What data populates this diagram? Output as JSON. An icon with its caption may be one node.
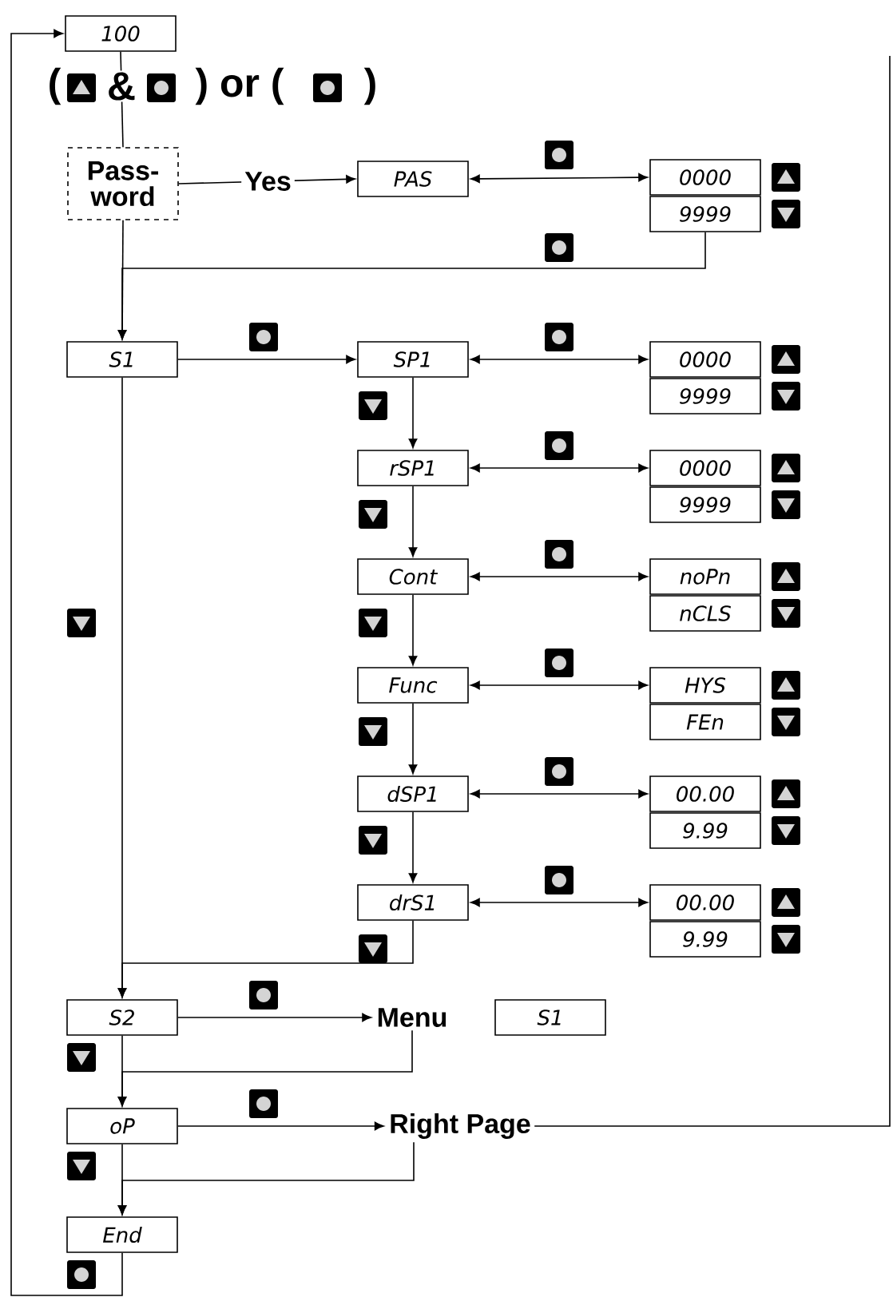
{
  "diagram": {
    "nodes": [
      {
        "text": [
          "100"
        ]
      },
      {
        "text": [
          "Pass- word"
        ]
      },
      {
        "text": [
          "PAS"
        ]
      },
      {
        "text": [
          "0000"
        ]
      },
      {
        "text": [
          "9999"
        ]
      },
      {
        "text": [
          "S1"
        ]
      },
      {
        "text": [
          "SP1"
        ]
      },
      {
        "text": [
          "0000"
        ]
      },
      {
        "text": [
          "9999"
        ]
      },
      {
        "text": [
          "rSP1"
        ]
      },
      {
        "text": [
          "0000"
        ]
      },
      {
        "text": [
          "9999"
        ]
      },
      {
        "text": [
          "Cont"
        ]
      },
      {
        "text": [
          "noPn"
        ]
      },
      {
        "text": [
          "nCLS"
        ]
      },
      {
        "text": [
          "Func"
        ]
      },
      {
        "text": [
          "HYS"
        ]
      },
      {
        "text": [
          "FEn"
        ]
      },
      {
        "text": [
          "dSP1"
        ]
      },
      {
        "text": [
          "00.00"
        ]
      },
      {
        "text": [
          "9.99"
        ]
      },
      {
        "text": [
          "drS1"
        ]
      },
      {
        "text": [
          "00.00"
        ]
      },
      {
        "text": [
          "9.99"
        ]
      },
      {
        "text": [
          "S2"
        ]
      },
      {
        "text": [
          "Menu"
        ]
      },
      {
        "text": [
          "S1"
        ]
      },
      {
        "text": [
          "oP"
        ]
      },
      {
        "text": [
          "Right Page"
        ]
      },
      {
        "text": [
          "End"
        ]
      }
    ],
    "edges": [
      {
        "from": 0,
        "to": 1,
        "arrow": "none"
      },
      {
        "from": 1,
        "to": 2,
        "arrow": "to",
        "label": "Yes"
      },
      {
        "from": 2,
        "to": 3,
        "arrow": "both"
      },
      {
        "from": 1,
        "to": 5,
        "arrow": "to"
      },
      {
        "from": 4,
        "to": 5,
        "arrow": "to"
      },
      {
        "from": 5,
        "to": 6,
        "arrow": "to"
      },
      {
        "from": 6,
        "to": 7,
        "arrow": "both"
      },
      {
        "from": 6,
        "to": 9,
        "arrow": "to"
      },
      {
        "from": 9,
        "to": 10,
        "arrow": "both"
      },
      {
        "from": 9,
        "to": 12,
        "arrow": "to"
      },
      {
        "from": 12,
        "to": 13,
        "arrow": "both"
      },
      {
        "from": 12,
        "to": 15,
        "arrow": "to"
      },
      {
        "from": 15,
        "to": 16,
        "arrow": "both"
      },
      {
        "from": 15,
        "to": 18,
        "arrow": "to"
      },
      {
        "from": 18,
        "to": 19,
        "arrow": "both"
      },
      {
        "from": 18,
        "to": 21,
        "arrow": "to"
      },
      {
        "from": 21,
        "to": 22,
        "arrow": "both"
      },
      {
        "from": 5,
        "to": 24,
        "arrow": "to"
      },
      {
        "from": 21,
        "to": 24,
        "arrow": "to"
      },
      {
        "from": 24,
        "to": 25,
        "arrow": "to"
      },
      {
        "from": 24,
        "to": 27,
        "arrow": "to"
      },
      {
        "from": 25,
        "to": 27,
        "arrow": "to"
      },
      {
        "from": 27,
        "to": 28,
        "arrow": "to"
      },
      {
        "from": 27,
        "to": 29,
        "arrow": "to"
      },
      {
        "from": 28,
        "to": 29,
        "arrow": "to"
      },
      {
        "from": 29,
        "to": 0,
        "arrow": "to"
      },
      {
        "from": 28,
        "to": null,
        "arrow": "none"
      }
    ],
    "labels": [
      "(",
      "&",
      ") or (",
      ")"
    ]
  }
}
